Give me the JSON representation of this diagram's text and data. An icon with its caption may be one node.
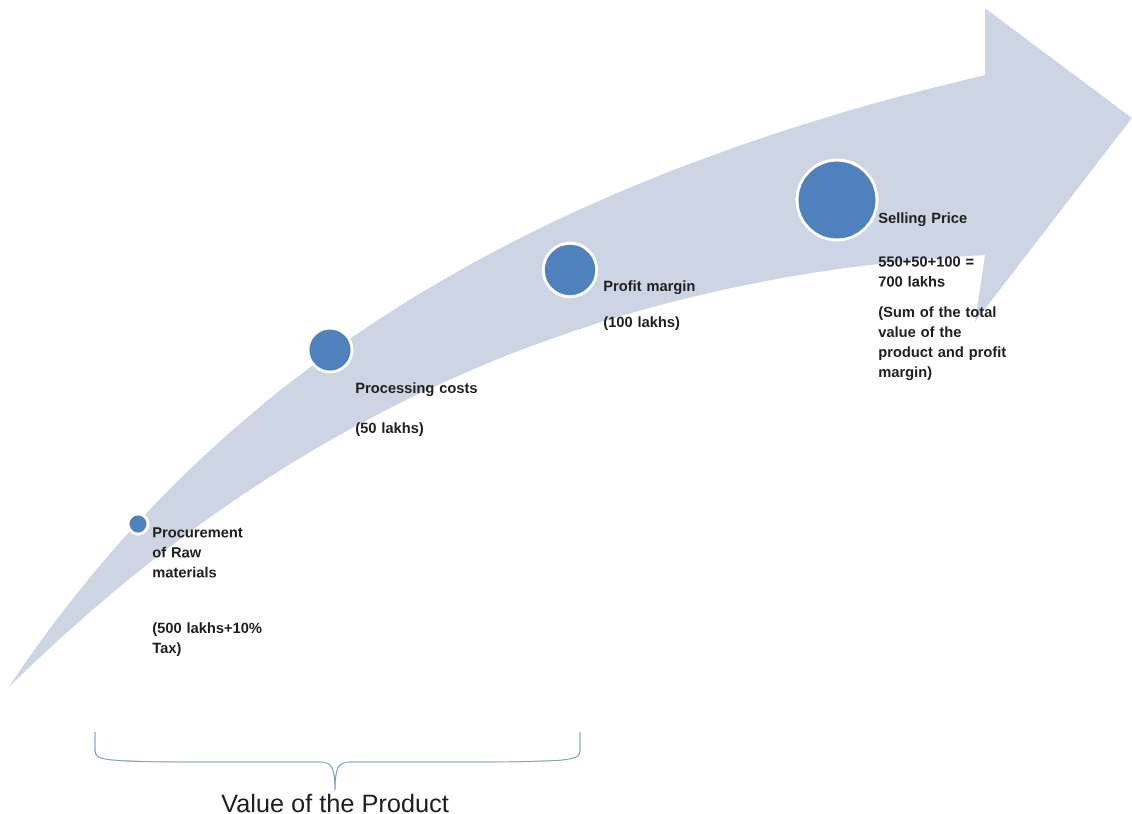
{
  "diagram": {
    "nodes": [
      {
        "text": [],
        "shape": "circle",
        "beside": [
          "Procurement of Raw materials",
          "(500 lakhs+10% Tax)"
        ]
      },
      {
        "text": [],
        "shape": "circle",
        "beside": [
          "Processing costs",
          "(50 lakhs)"
        ]
      },
      {
        "text": [],
        "shape": "circle",
        "beside": [
          "Profit margin",
          "(100 lakhs)"
        ]
      },
      {
        "text": [],
        "shape": "circle",
        "beside": [
          "Selling Price",
          "550+50+100 = 700 lakhs",
          "(Sum of the total value of the product and profit margin)"
        ]
      }
    ],
    "labels": [
      "Value of the Product"
    ]
  }
}
